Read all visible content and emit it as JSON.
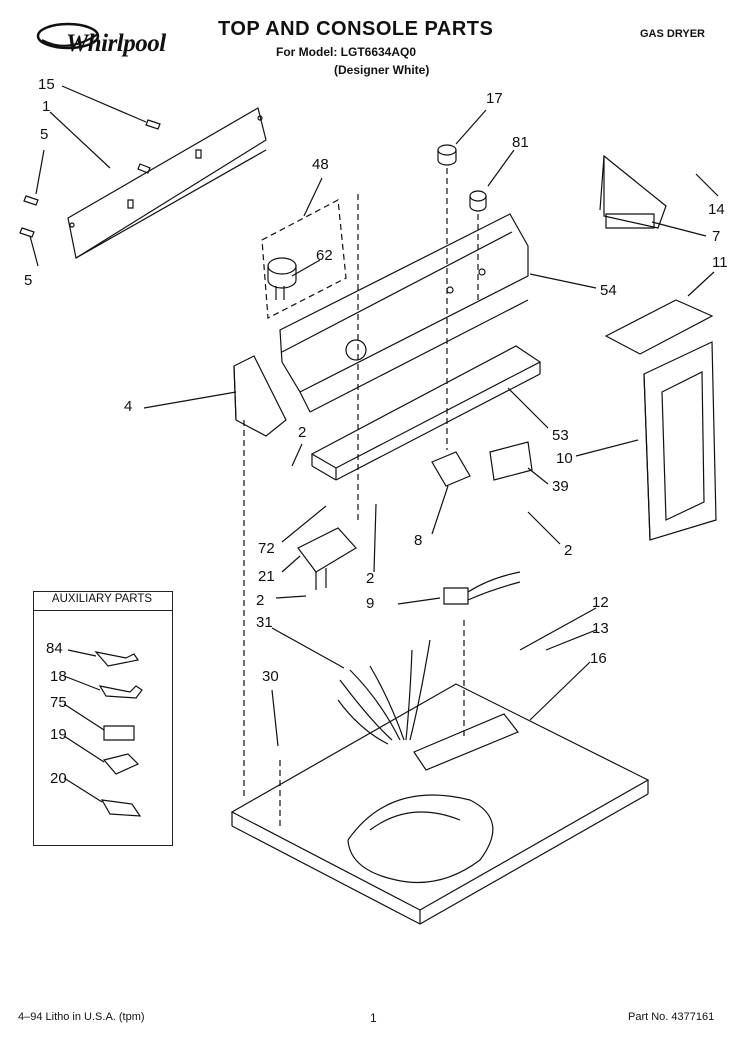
{
  "header": {
    "brand": "Whirlpool",
    "title": "TOP AND CONSOLE PARTS",
    "model_line": "For Model:  LGT6634AQ0",
    "color_line": "(Designer White)",
    "product": "GAS DRYER"
  },
  "callouts": {
    "c15": "15",
    "c1": "1",
    "c5a": "5",
    "c5b": "5",
    "c17": "17",
    "c81": "81",
    "c14": "14",
    "c7": "7",
    "c48": "48",
    "c62": "62",
    "c54": "54",
    "c11": "11",
    "c4": "4",
    "c2a": "2",
    "c53": "53",
    "c10": "10",
    "c39": "39",
    "c8": "8",
    "c2b": "2",
    "c72": "72",
    "c21": "21",
    "c2c": "2",
    "c2d": "2",
    "c9": "9",
    "c12": "12",
    "c13": "13",
    "c31": "31",
    "c16": "16",
    "c30": "30"
  },
  "auxiliary": {
    "title": "AUXILIARY PARTS",
    "items": [
      "84",
      "18",
      "75",
      "19",
      "20"
    ]
  },
  "footer": {
    "left": "4–94 Litho in U.S.A. (tpm)",
    "center": "1",
    "right": "Part No. 4377161"
  }
}
